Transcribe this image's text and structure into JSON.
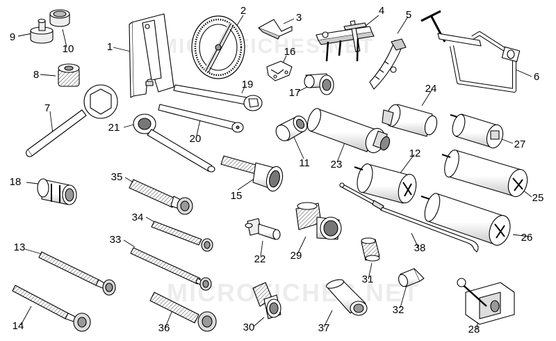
{
  "watermark": "MICROFICHES.NET",
  "callouts": [
    "1",
    "2",
    "3",
    "4",
    "5",
    "6",
    "7",
    "8",
    "9",
    "10",
    "11",
    "12",
    "13",
    "14",
    "15",
    "16",
    "17",
    "18",
    "19",
    "20",
    "21",
    "22",
    "23",
    "24",
    "25",
    "26",
    "27",
    "28",
    "29",
    "30",
    "31",
    "32",
    "33",
    "34",
    "35",
    "36",
    "37",
    "38"
  ],
  "colors": {
    "stroke": "#000000",
    "fill": "#ffffff",
    "shade": "#bfbfbf",
    "dark": "#7a7a7a"
  }
}
